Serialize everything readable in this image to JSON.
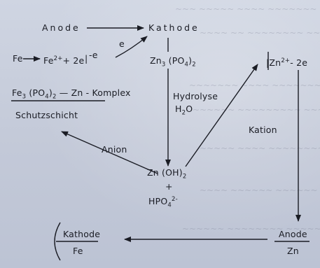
{
  "diagram": {
    "anode_top": "Anode",
    "kathode_top": "Kathode",
    "fe": "Fe",
    "fe_ion": "Fe",
    "fe_ion_charge": "2+",
    "plus_2e": "+ 2e",
    "e_minus_1": "-e",
    "e_minus_2": "e",
    "zn_phosphate": "Zn",
    "zn_phosphate_sub1": "3",
    "zn_phosphate_mid": " (PO",
    "zn_phosphate_sub2": "4",
    "zn_phosphate_end": ")",
    "zn_phosphate_sub3": "2",
    "zn_ion": "|Zn",
    "zn_ion_charge": "2+",
    "minus_2e": "- 2e",
    "complex": "Fe",
    "complex_sub1": "3",
    "complex_mid": " (PO",
    "complex_sub2": "4",
    "complex_end": ")",
    "complex_sub3": "2",
    "complex_tail": " — Zn - Komplex",
    "schutzschicht": "Schutzschicht",
    "hydrolyse": "Hydrolyse",
    "h2o": "H",
    "h2o_sub": "2",
    "h2o_end": "O",
    "kation": "Kation",
    "anion": "Anion",
    "zn_hydroxide": "Zn (OH)",
    "zn_hydroxide_sub": "2",
    "plus_sign": "+",
    "hpo4": "HPO",
    "hpo4_sub": "4",
    "hpo4_charge": "2-",
    "kathode_bottom": "Kathode",
    "fe_bottom": "Fe",
    "anode_bottom": "Anode",
    "zn_bottom": "Zn"
  }
}
